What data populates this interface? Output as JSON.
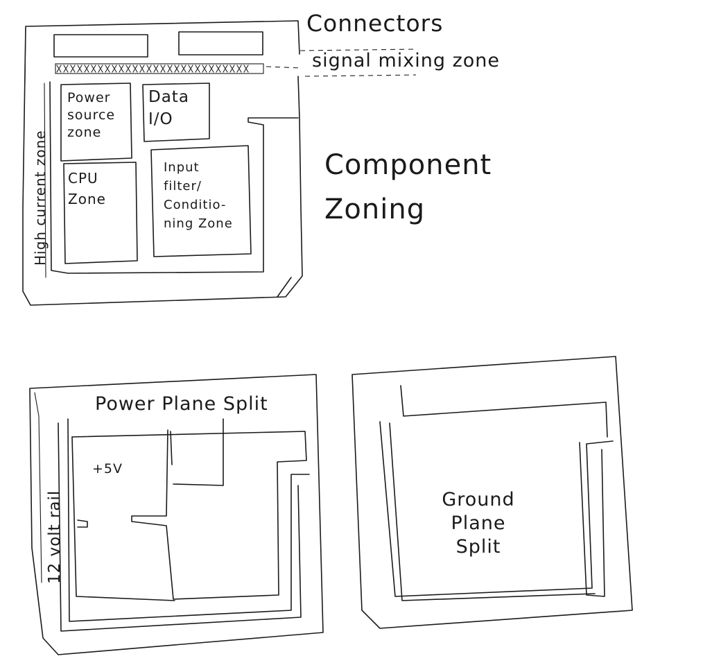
{
  "diagram": {
    "component_zoning": {
      "title": "Component\nZoning",
      "connectors_label": "Connectors",
      "mixing_zone_label": "signal mixing zone",
      "zones": {
        "power_source": "Power\nsource\nzone",
        "data_io": "Data\nI/O",
        "cpu": "CPU\nZone",
        "input_filter": "Input\nfilter/\nConditio-\nning Zone",
        "high_current": "High current zone"
      }
    },
    "power_plane": {
      "title": "Power Plane Split",
      "voltage_label": "+5V",
      "rail_label": "12 volt rail"
    },
    "ground_plane": {
      "title": "Ground\nPlane\nSplit"
    }
  }
}
